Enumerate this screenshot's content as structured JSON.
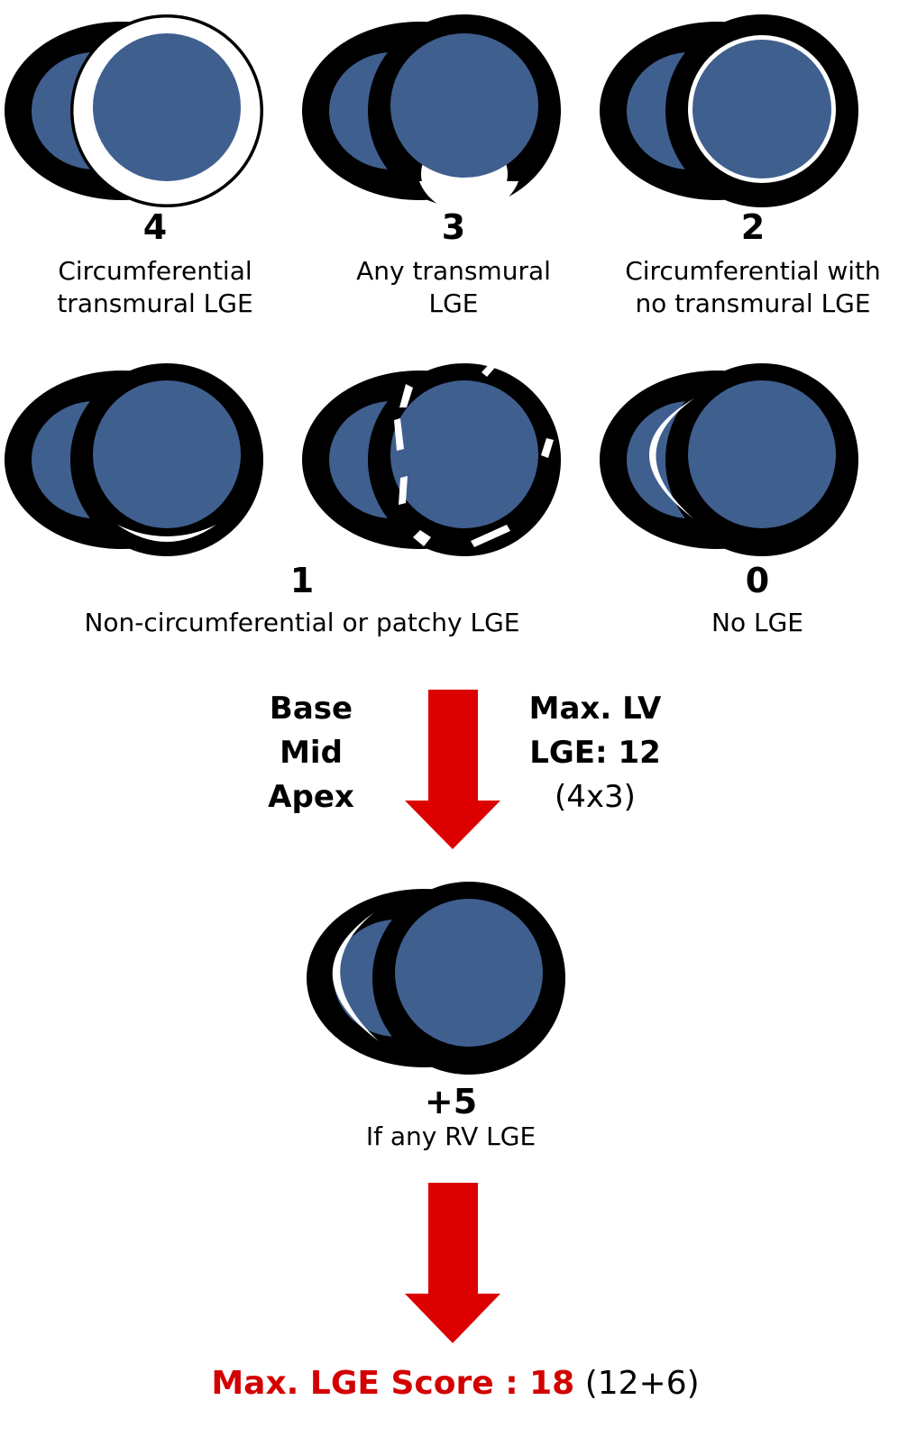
{
  "colors": {
    "cavity": "#3f5f8f",
    "wall": "#000000",
    "lge": "#ffffff",
    "arrow": "#dd0000",
    "final_text": "#d30000"
  },
  "grades": [
    {
      "score": "4",
      "caption_lines": [
        "Circumferential",
        "transmural LGE"
      ]
    },
    {
      "score": "3",
      "caption_lines": [
        "Any transmural",
        "LGE"
      ]
    },
    {
      "score": "2",
      "caption_lines": [
        "Circumferential with",
        "no transmural LGE"
      ]
    },
    {
      "score": "1",
      "caption": "Non-circumferential or patchy LGE"
    },
    {
      "score": "0",
      "caption": "No LGE"
    }
  ],
  "levels": [
    "Base",
    "Mid",
    "Apex"
  ],
  "max_lv": {
    "line1": "Max. LV",
    "line2": "LGE: 12",
    "formula": "(4x3)"
  },
  "rv": {
    "bonus": "+5",
    "caption": "If any RV LGE"
  },
  "final": {
    "label": "Max. LGE Score : 18",
    "formula": "(12+6)"
  }
}
